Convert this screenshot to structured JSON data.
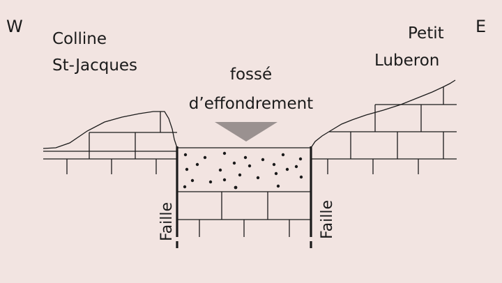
{
  "orientation": {
    "west": "W",
    "east": "E"
  },
  "labels": {
    "west_hill_line1": "Colline",
    "west_hill_line2": "St-Jacques",
    "east_hill_line1": "Petit",
    "east_hill_line2": "Luberon",
    "graben_line1": "fossé",
    "graben_line2": "d’effondrement",
    "fault_left": "Faille",
    "fault_right": "Faille"
  },
  "colors": {
    "background": "#f2e4e1",
    "line": "#1a1a1a",
    "arrow": "#9a9190"
  }
}
